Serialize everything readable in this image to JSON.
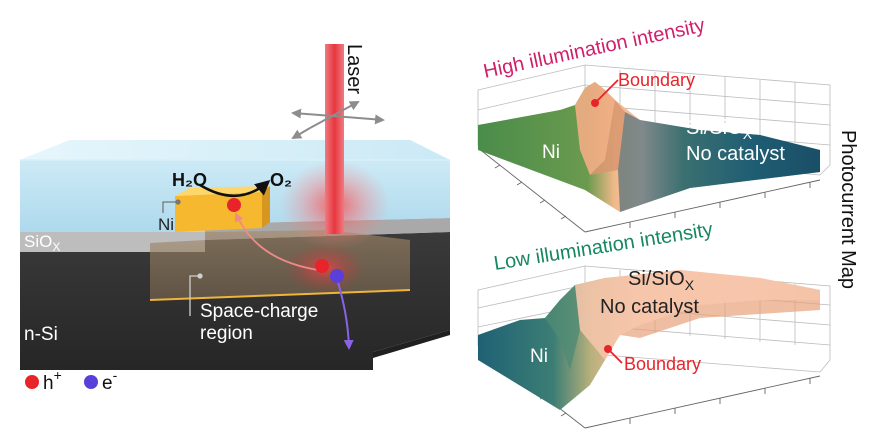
{
  "left_panel": {
    "laser_label": "Laser",
    "water_label": "H₂O",
    "oxygen_label": "O₂",
    "ni_label": "Ni",
    "siox_label": "SiO",
    "siox_sub": "X",
    "nsi_label": "n-Si",
    "space_charge_line1": "Space-charge",
    "space_charge_line2": "region",
    "hole_label": "h",
    "hole_sup": "+",
    "electron_label": "e",
    "electron_sup": "-",
    "colors": {
      "laser": "#e8474f",
      "ni": "#f5b82e",
      "water": "#bfe3f3",
      "silicon": "#3b3b3b",
      "hole": "#e8242a",
      "electron": "#5a3fd9",
      "electron_arrow": "#8a63e6"
    }
  },
  "top_plot": {
    "title": "High illumination intensity",
    "boundary_label": "Boundary",
    "ni_label": "Ni",
    "siox_label": "Si/SiO",
    "siox_sub": "X",
    "no_catalyst_label": "No catalyst",
    "title_color": "#d11f6a"
  },
  "bottom_plot": {
    "title": "Low illumination intensity",
    "boundary_label": "Boundary",
    "ni_label": "Ni",
    "siox_label": "Si/SiO",
    "siox_sub": "X",
    "no_catalyst_label": "No catalyst",
    "title_color": "#17875f"
  },
  "side_label": "Photocurrent Map",
  "boundary_color": "#e8232a"
}
